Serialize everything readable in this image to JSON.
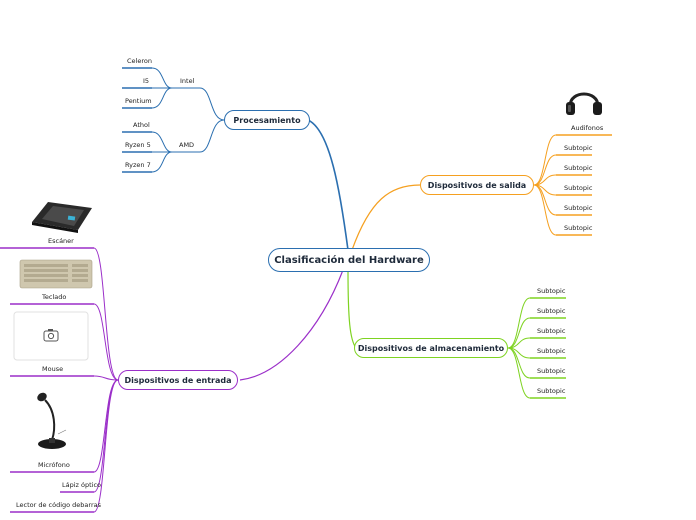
{
  "root": {
    "label": "Clasificación del Hardware",
    "color": "#2b6fb0"
  },
  "procesamiento": {
    "label": "Procesamiento",
    "color": "#2b6fb0",
    "groups": [
      {
        "label": "Intel",
        "items": [
          "Celeron",
          "I5",
          "Pentium"
        ]
      },
      {
        "label": "AMD",
        "items": [
          "Athol",
          "Ryzen 5",
          "Ryzen 7"
        ]
      }
    ]
  },
  "salida": {
    "label": "Dispositivos de salida",
    "color": "#f5a020",
    "items": [
      "Audifonos",
      "Subtopic",
      "Subtopic",
      "Subtopic",
      "Subtopic",
      "Subtopic"
    ],
    "image_icon": "headphones-image"
  },
  "almacenamiento": {
    "label": "Dispositivos de almacenamiento",
    "color": "#7ed321",
    "items": [
      "Subtopic",
      "Subtopic",
      "Subtopic",
      "Subtopic",
      "Subtopic",
      "Subtopic"
    ]
  },
  "entrada": {
    "label": "Dispositivos de entrada",
    "color": "#9b2fc9",
    "items": [
      "Escáner",
      "Teclado",
      "Mouse",
      "Micrófono",
      "Lápiz óptico",
      "Lector de código debarras"
    ],
    "image_icons": [
      "scanner-image",
      "keyboard-image",
      "camera-placeholder-icon",
      "microphone-image"
    ]
  }
}
